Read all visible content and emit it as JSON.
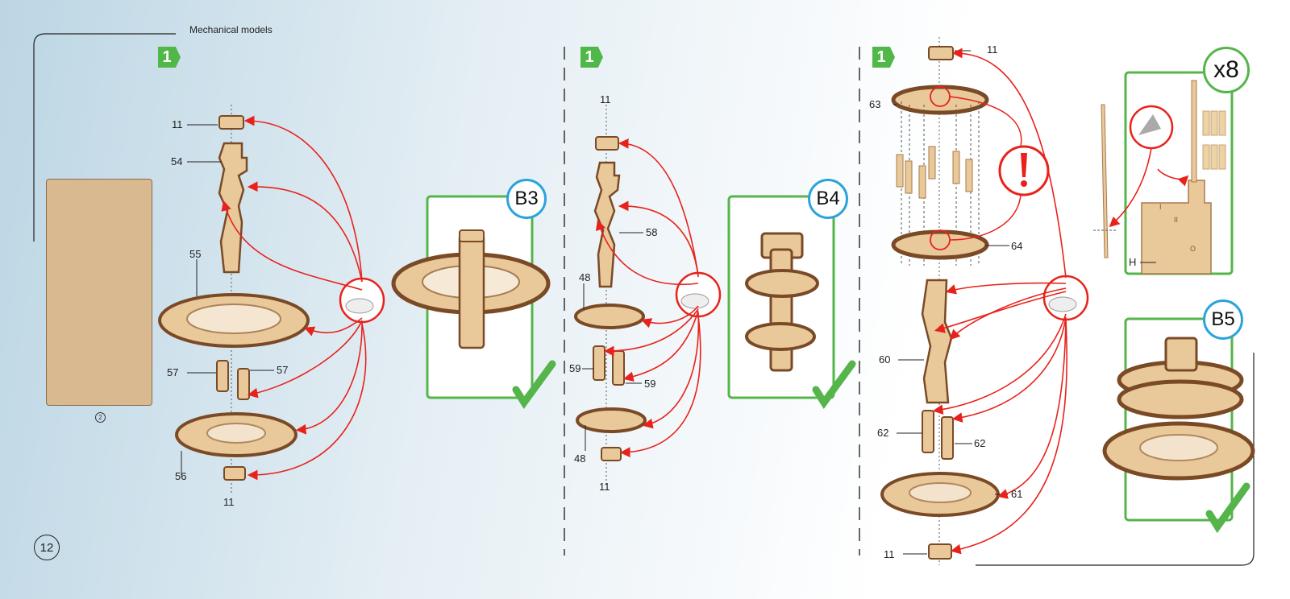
{
  "header": {
    "title": "Mechanical models"
  },
  "page_number": "12",
  "steps": [
    {
      "badge": "1",
      "result": "B3",
      "parts": {
        "top": "11",
        "post": "54",
        "gear": "55",
        "pinA": "57",
        "pinB": "57",
        "bottomGear": "56",
        "bottom": "11"
      }
    },
    {
      "badge": "1",
      "result": "B4",
      "parts": {
        "top": "11",
        "post": "58",
        "gearTop": "48",
        "pinA": "59",
        "pinB": "59",
        "gearBottom": "48",
        "bottom": "11"
      }
    },
    {
      "badge": "1",
      "result": "B5",
      "parts": {
        "top": "11",
        "discTop": "63",
        "discBottom": "64",
        "post": "60",
        "pinA": "62",
        "pinB": "62",
        "gear": "61",
        "bottom": "11"
      }
    }
  ],
  "sandpaper": {
    "count_label": "x8",
    "ruler_label": "H",
    "ruler_marks": [
      "I",
      "II",
      "O"
    ]
  },
  "sheet": {
    "mark": "2"
  },
  "colors": {
    "arrow": "#e8221b",
    "box": "#55b54a",
    "badge": "#2ba3dc",
    "wood": "#e9c89a",
    "wood_dark": "#7a4a26"
  }
}
